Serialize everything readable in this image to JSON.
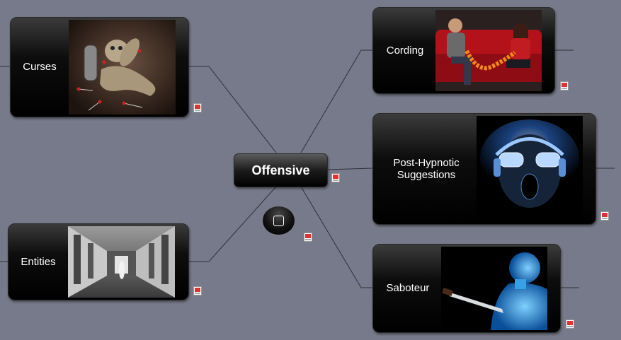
{
  "center": {
    "title": "Offensive"
  },
  "topics": [
    {
      "id": "curses",
      "label": "Curses",
      "image": "voodoo-doll-image"
    },
    {
      "id": "entities",
      "label": "Entities",
      "image": "haunted-corridor-image"
    },
    {
      "id": "cording",
      "label": "Cording",
      "image": "couple-cord-image"
    },
    {
      "id": "post-hypnotic",
      "label": "Post-Hypnotic Suggestions",
      "image": "hypnotized-face-image"
    },
    {
      "id": "saboteur",
      "label": "Saboteur",
      "image": "knife-back-image"
    }
  ],
  "icons": {
    "attachment": "mindmap-attachment-icon",
    "connector": "collapsed-connector-icon"
  },
  "colors": {
    "background": "#777a8a",
    "node": "#000000",
    "connector": "#2f3038",
    "label": "#ffffff"
  }
}
